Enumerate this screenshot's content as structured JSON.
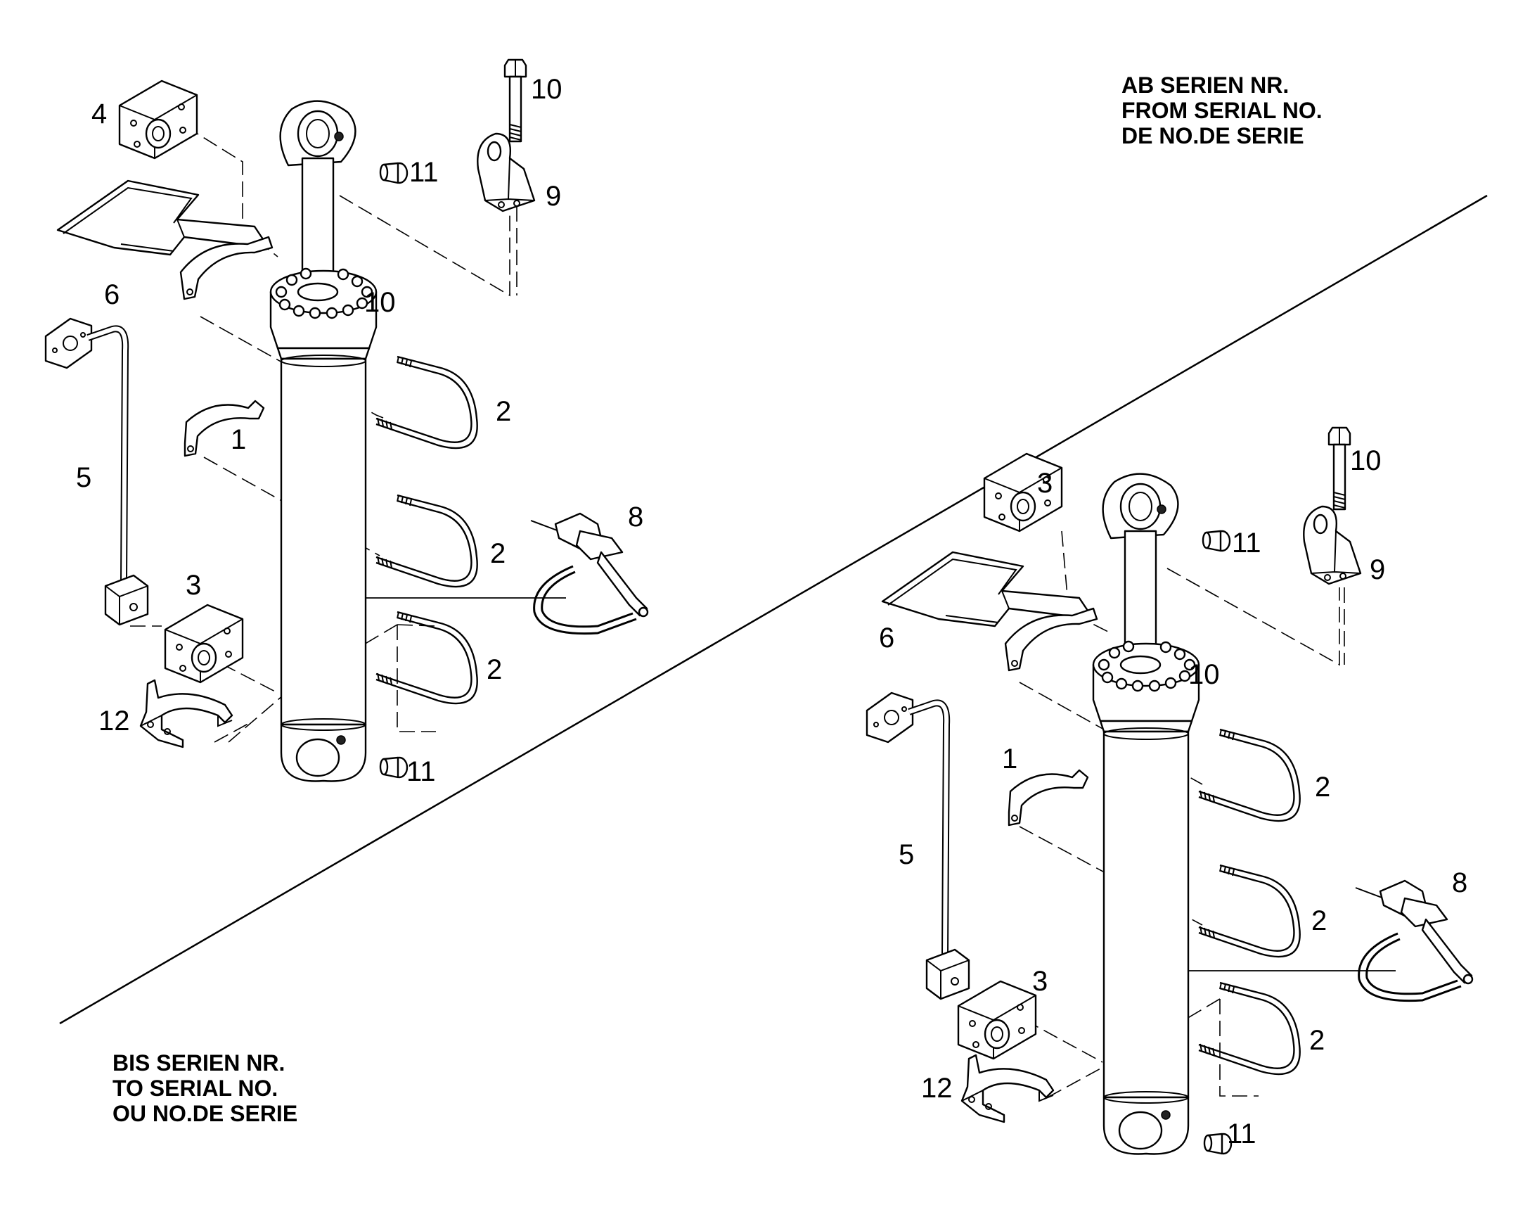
{
  "notes": {
    "from_serial": [
      "AB SERIEN NR.",
      "FROM SERIAL NO.",
      "DE NO.DE SERIE"
    ],
    "to_serial": [
      "BIS SERIEN NR.",
      "TO SERIAL NO.",
      "OU NO.DE SERIE"
    ]
  },
  "left_assembly": {
    "labels": {
      "bracket_4": "4",
      "bolt_10": "10",
      "plug_11_top": "11",
      "eye_bracket_9": "9",
      "cylinder_head_10": "10",
      "plate_6": "6",
      "ubolt_2_a": "2",
      "clamp_1": "1",
      "pipe_5": "5",
      "ubolt_2_b": "2",
      "clip_8": "8",
      "flange_3": "3",
      "ubolt_2_c": "2",
      "clamp_12": "12",
      "plug_11_bottom": "11"
    }
  },
  "right_assembly": {
    "labels": {
      "flange_3_top": "3",
      "bolt_10": "10",
      "plug_11_top": "11",
      "eye_bracket_9": "9",
      "plate_6": "6",
      "cylinder_head_10": "10",
      "clamp_1": "1",
      "ubolt_2_a": "2",
      "pipe_5": "5",
      "ubolt_2_b": "2",
      "clip_8": "8",
      "flange_3_bottom": "3",
      "ubolt_2_c": "2",
      "clamp_12": "12",
      "plug_11_bottom": "11"
    }
  }
}
